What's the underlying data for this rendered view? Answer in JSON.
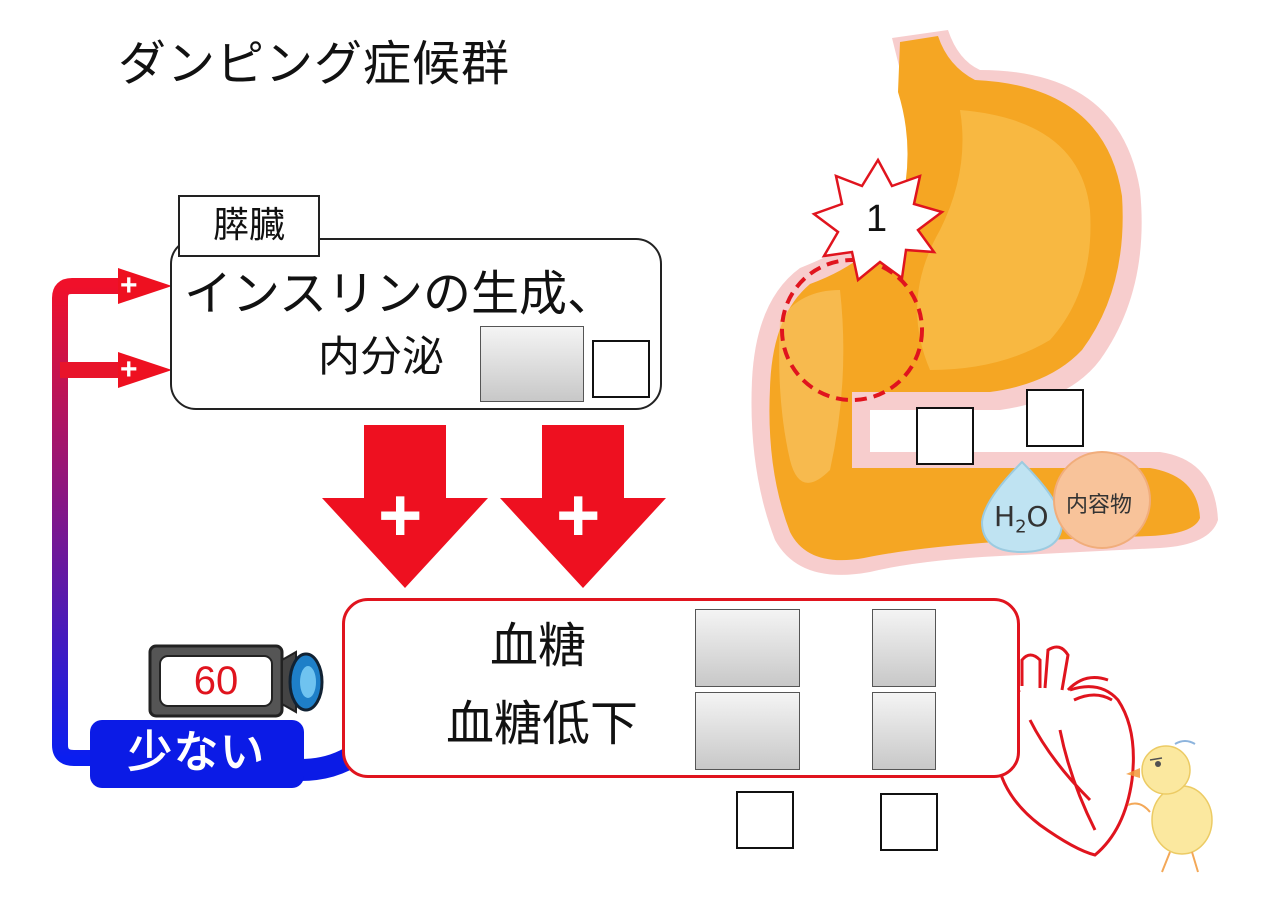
{
  "title": "ダンピング症候群",
  "pancreas": {
    "tag": "膵臓",
    "line1": "インスリンの生成、",
    "line2": "内分泌"
  },
  "signs": {
    "small_plus_1": "+",
    "small_plus_2": "+",
    "big_plus_1": "+",
    "big_plus_2": "+"
  },
  "glucose": {
    "label1": "血糖",
    "label2": "血糖低下"
  },
  "sensor": {
    "value": "60"
  },
  "status": {
    "low_label": "少ない"
  },
  "stomach": {
    "burst_number": "1",
    "water_label_main": "H",
    "water_label_sub": "2",
    "water_label_end": "O",
    "contents_label": "内容物"
  },
  "colors": {
    "accent_red": "#e0141e",
    "accent_blue": "#0b1be6",
    "stomach_orange": "#f5a623"
  }
}
